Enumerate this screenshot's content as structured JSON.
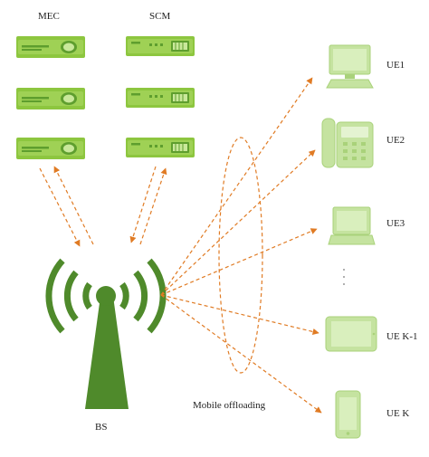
{
  "labels": {
    "mec": "MEC",
    "scm": "SCM",
    "bs": "BS",
    "mobile_offloading": "Mobile offloading"
  },
  "devices": [
    {
      "label": "UE1",
      "icon": "desktop-computer-icon"
    },
    {
      "label": "UE2",
      "icon": "desk-phone-icon"
    },
    {
      "label": "UE3",
      "icon": "laptop-icon"
    },
    {
      "label": "UE K-1",
      "icon": "tablet-icon"
    },
    {
      "label": "UE K",
      "icon": "smartphone-icon"
    }
  ],
  "colors": {
    "server_green": "#8dc63f",
    "server_dark": "#5e9e2e",
    "tower_green": "#4f8a2b",
    "device_green": "#c5e3a0",
    "device_stroke": "#a9d27a",
    "arrow_orange": "#e07b24"
  }
}
